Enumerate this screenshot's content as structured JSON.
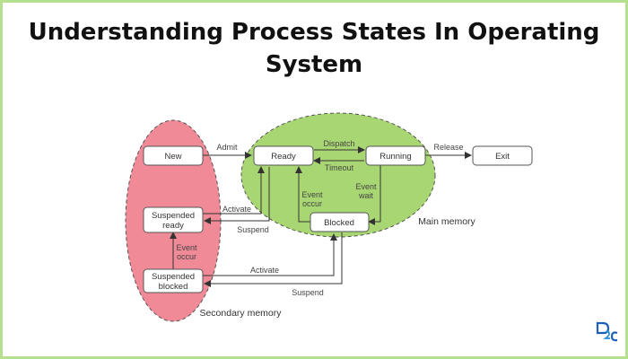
{
  "title_line1": "Understanding Process States In Operating",
  "title_line2": "System",
  "nodes": {
    "new": "New",
    "ready": "Ready",
    "running": "Running",
    "exit": "Exit",
    "blocked": "Blocked",
    "suspended_ready_1": "Suspended",
    "suspended_ready_2": "ready",
    "suspended_blocked_1": "Suspended",
    "suspended_blocked_2": "blocked"
  },
  "edges": {
    "admit": "Admit",
    "dispatch": "Dispatch",
    "timeout": "Timeout",
    "release": "Release",
    "event_occur_1_a": "Event",
    "event_occur_1_b": "occur",
    "event_wait_a": "Event",
    "event_wait_b": "wait",
    "activate_ready": "Activate",
    "suspend_ready": "Suspend",
    "event_occur_2_a": "Event",
    "event_occur_2_b": "occur",
    "activate_blocked": "Activate",
    "suspend_blocked": "Suspend"
  },
  "regions": {
    "main_memory": "Main memory",
    "secondary_memory": "Secondary memory"
  },
  "colors": {
    "main_memory_fill": "#a8d672",
    "secondary_memory_fill": "#ef8a96",
    "frame_border": "#b5e08f",
    "logo_blue": "#1f5fb8"
  },
  "logo_icon": "d2c-logo-icon"
}
